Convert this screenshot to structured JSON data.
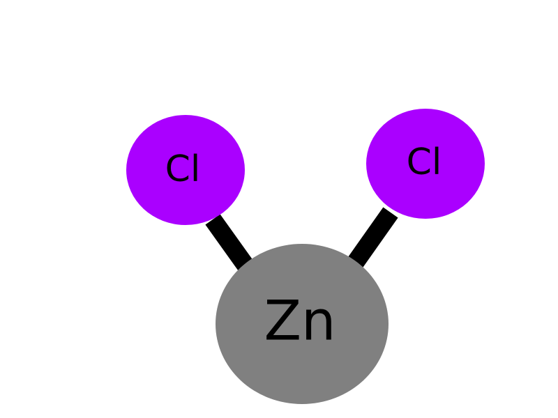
{
  "molecule": {
    "bonds": [
      {
        "from": "zn",
        "to": "cl_left"
      },
      {
        "from": "zn",
        "to": "cl_right"
      }
    ],
    "atoms": {
      "cl_left": {
        "symbol": "Cl",
        "color": "#aa00ff"
      },
      "cl_right": {
        "symbol": "Cl",
        "color": "#aa00ff"
      },
      "zn": {
        "symbol": "Zn",
        "color": "#808080"
      }
    },
    "bond_color": "#000000"
  }
}
